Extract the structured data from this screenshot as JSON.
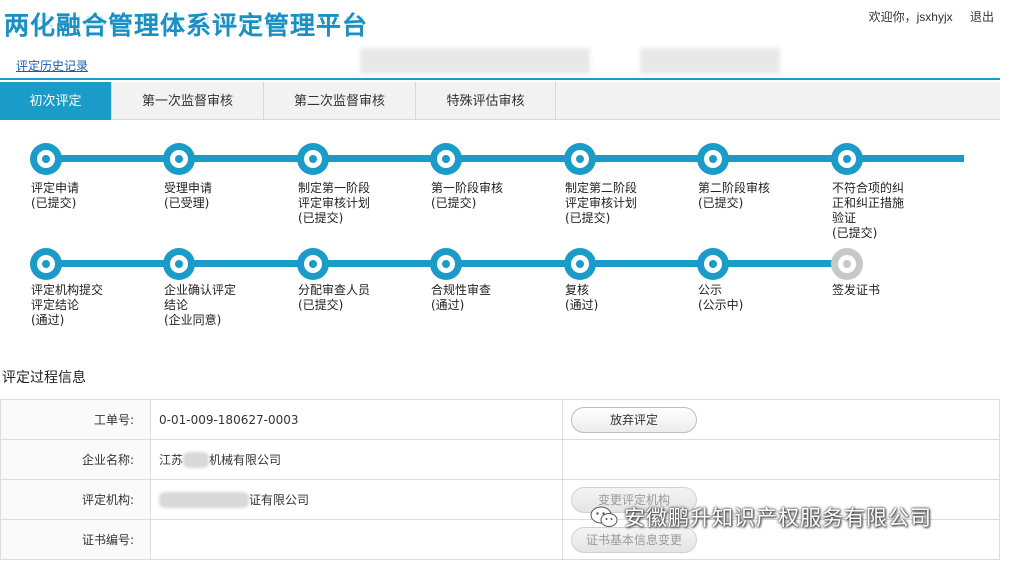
{
  "header": {
    "app_title": "两化融合管理体系评定管理平台",
    "welcome": "欢迎你，jsxhyjx",
    "logout_label": "退出",
    "history_link": "评定历史记录"
  },
  "tabs": [
    {
      "label": "初次评定",
      "active": true
    },
    {
      "label": "第一次监督审核",
      "active": false
    },
    {
      "label": "第二次监督审核",
      "active": false
    },
    {
      "label": "特殊评估审核",
      "active": false
    }
  ],
  "steps_row1": [
    {
      "lines": [
        "评定申请",
        "(已提交)"
      ],
      "status": "done"
    },
    {
      "lines": [
        "受理申请",
        "(已受理)"
      ],
      "status": "done"
    },
    {
      "lines": [
        "制定第一阶段",
        "评定审核计划",
        "(已提交)"
      ],
      "status": "done"
    },
    {
      "lines": [
        "第一阶段审核",
        "(已提交)"
      ],
      "status": "done"
    },
    {
      "lines": [
        "制定第二阶段",
        "评定审核计划",
        "(已提交)"
      ],
      "status": "done"
    },
    {
      "lines": [
        "第二阶段审核",
        "(已提交)"
      ],
      "status": "done"
    },
    {
      "lines": [
        "不符合项的纠",
        "正和纠正措施",
        "验证",
        "(已提交)"
      ],
      "status": "done"
    }
  ],
  "steps_row2": [
    {
      "lines": [
        "评定机构提交",
        "评定结论",
        "(通过)"
      ],
      "status": "done"
    },
    {
      "lines": [
        "企业确认评定",
        "结论",
        "(企业同意)"
      ],
      "status": "done"
    },
    {
      "lines": [
        "分配审查人员",
        "(已提交)"
      ],
      "status": "done"
    },
    {
      "lines": [
        "合规性审查",
        "(通过)"
      ],
      "status": "done"
    },
    {
      "lines": [
        "复核",
        "(通过)"
      ],
      "status": "done"
    },
    {
      "lines": [
        "公示",
        "(公示中)"
      ],
      "status": "done"
    },
    {
      "lines": [
        "签发证书"
      ],
      "status": "pending"
    }
  ],
  "section_title": "评定过程信息",
  "info": {
    "order_no_label": "工单号:",
    "order_no_value": "0-01-009-180627-0003",
    "abandon_button": "放弃评定",
    "company_label": "企业名称:",
    "company_prefix": "江苏",
    "company_suffix": "机械有限公司",
    "org_label": "评定机构:",
    "org_suffix": "证有限公司",
    "change_org_button": "变更评定机构",
    "cert_label": "证书编号:",
    "cert_change_button": "证书基本信息变更"
  },
  "watermark": "安徽鹏升知识产权服务有限公司",
  "colors": {
    "accent": "#1a9bc8",
    "pending": "#c8c8c8"
  }
}
